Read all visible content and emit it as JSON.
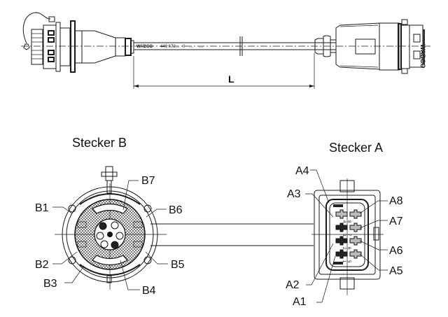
{
  "drawing": {
    "subject": "cable assembly with two connectors",
    "dimension_label": "L",
    "cable_print": {
      "brand": "WABCO",
      "part_prefix": "449 672",
      "placeholder_1": "...",
      "digit": "0",
      "placeholder_2": "...",
      "placeholder_3": "...."
    },
    "connector_a_brand": "WABCO"
  },
  "connector_b": {
    "title": "Stecker B",
    "pins": [
      "B1",
      "B2",
      "B3",
      "B4",
      "B5",
      "B6",
      "B7"
    ]
  },
  "connector_a": {
    "title": "Stecker A",
    "pins": [
      "A1",
      "A2",
      "A3",
      "A4",
      "A5",
      "A6",
      "A7",
      "A8"
    ],
    "cavity_numbers": [
      "1",
      "2",
      "3",
      "4",
      "5",
      "6",
      "7",
      "8"
    ]
  },
  "colors": {
    "line": "#1a1a1a",
    "background": "#ffffff",
    "pin_fill_dark": "#222222",
    "pin_fill_light": "#bbbbbb"
  }
}
